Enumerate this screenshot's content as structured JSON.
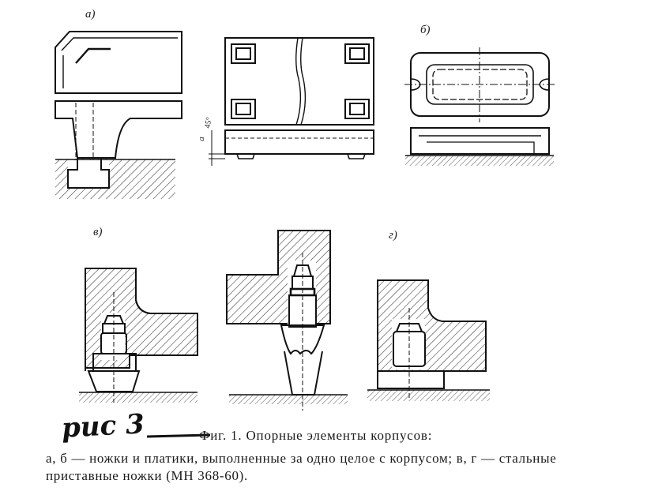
{
  "figure": {
    "labels": {
      "a": "а)",
      "b": "б)",
      "v": "в)",
      "g": "г)"
    },
    "handwritten_note": "рис 3",
    "caption_line1": "Фиг. 1. Опорные элементы корпусов:",
    "caption_line2": "а, б — ножки и платики, выполненные за одно целое с корпусом; в, г — стальные приставные ножки (МН 368-60).",
    "dimension_a": "a",
    "dimension_angle": "45°"
  }
}
